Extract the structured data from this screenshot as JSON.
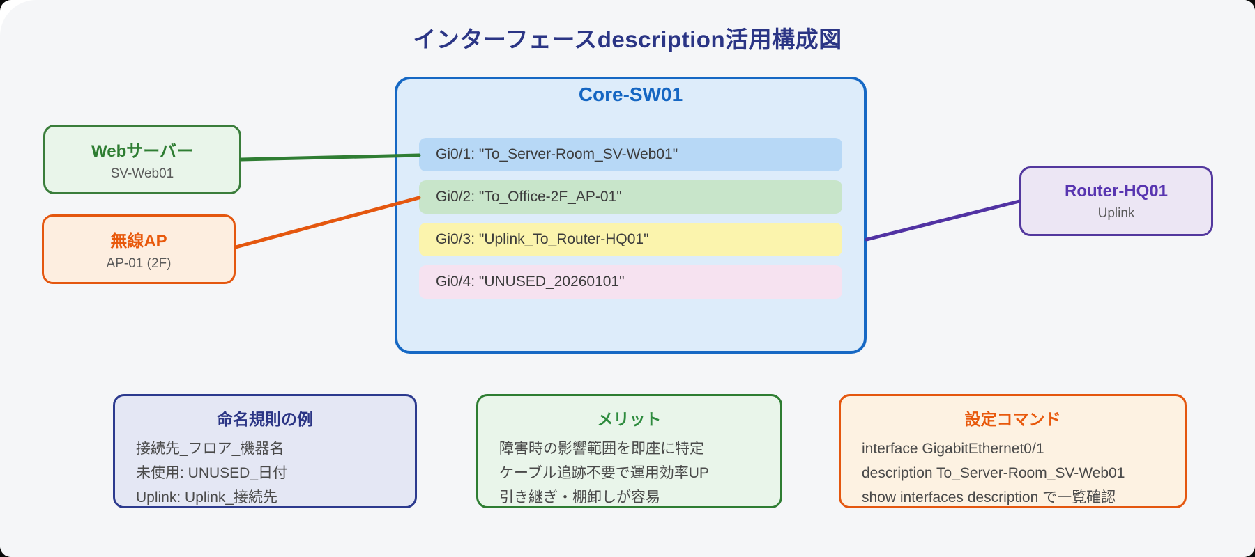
{
  "title": "インターフェースdescription活用構成図",
  "core_switch": {
    "name": "Core-SW01",
    "interfaces": [
      {
        "label": "Gi0/1: \"To_Server-Room_SV-Web01\""
      },
      {
        "label": "Gi0/2: \"To_Office-2F_AP-01\""
      },
      {
        "label": "Gi0/3: \"Uplink_To_Router-HQ01\""
      },
      {
        "label": "Gi0/4: \"UNUSED_20260101\""
      }
    ]
  },
  "devices": {
    "web_server": {
      "title": "Webサーバー",
      "subtitle": "SV-Web01"
    },
    "wireless_ap": {
      "title": "無線AP",
      "subtitle": "AP-01 (2F)"
    },
    "router": {
      "title": "Router-HQ01",
      "subtitle": "Uplink"
    }
  },
  "info_panels": {
    "naming_rules": {
      "title": "命名規則の例",
      "lines": [
        "接続先_フロア_機器名",
        "未使用: UNUSED_日付",
        "Uplink: Uplink_接続先"
      ]
    },
    "merits": {
      "title": "メリット",
      "lines": [
        "障害時の影響範囲を即座に特定",
        "ケーブル追跡不要で運用効率UP",
        "引き継ぎ・棚卸しが容易"
      ]
    },
    "config_commands": {
      "title": "設定コマンド",
      "lines": [
        "interface GigabitEthernet0/1",
        "description To_Server-Room_SV-Web01",
        "show interfaces description で一覧確認"
      ]
    }
  },
  "colors": {
    "title_text": "#2b3585",
    "core_border": "#1668c4",
    "core_fill": "#ddecfa",
    "core_title": "#1566c2",
    "iface_gi0_1_fill": "#b7d8f6",
    "iface_gi0_2_fill": "#c8e5ca",
    "iface_gi0_3_fill": "#fbf4ad",
    "iface_gi0_4_fill": "#f6e2f0",
    "green_accent": "#2e7d32",
    "orange_accent": "#e4570f",
    "purple_accent": "#5332a8",
    "navy_accent": "#2c3a8e"
  }
}
